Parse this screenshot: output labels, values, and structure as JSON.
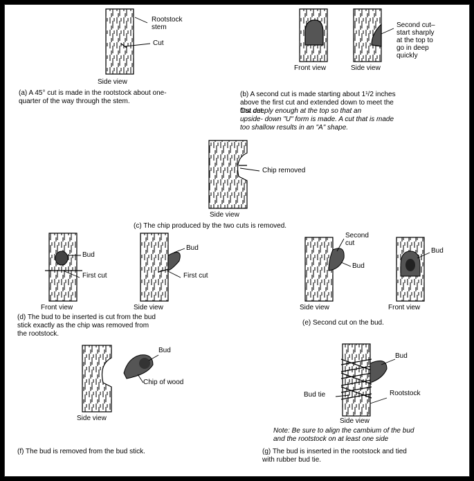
{
  "panel_a": {
    "label_stem": "Rootstock\nstem",
    "label_cut": "Cut",
    "view": "Side view",
    "caption": "(a) A 45° cut is made in the rootstock about one-\n      quarter of the way through the stem."
  },
  "panel_b": {
    "view_front": "Front view",
    "view_side": "Side view",
    "label_second_cut": "Second cut–\nstart sharply\nat the top to\ngo in deep\nquickly",
    "caption_main": "(b) A second cut is made starting about 1¹/2 inches\n      above the first cut and extended down to meet the\n      first cut.",
    "caption_italic": "Cut deeply enough at the top so that an\n      upside- down \"U\" form is made.  A cut that is made\n      too shallow results in an \"A\" shape."
  },
  "panel_c": {
    "label_chip": "Chip removed",
    "view": "Side view",
    "caption": "(c) The chip produced by the two cuts is removed."
  },
  "panel_d": {
    "label_bud_1": "Bud",
    "label_first_cut_1": "First cut",
    "label_bud_2": "Bud",
    "label_first_cut_2": "First cut",
    "view_front": "Front view",
    "view_side": "Side view",
    "caption": "(d) The bud to be inserted is cut from the bud\n      stick exactly as the chip was removed from\n      the rootstock."
  },
  "panel_e": {
    "label_second_cut": "Second\ncut",
    "label_bud_1": "Bud",
    "label_bud_2": "Bud",
    "view_side": "Side view",
    "view_front": "Front view",
    "caption": "(e) Second cut on the bud."
  },
  "panel_f": {
    "label_bud": "Bud",
    "label_chip_wood": "Chip of wood",
    "view": "Side view",
    "caption": "(f) The bud is removed from the bud stick."
  },
  "panel_g": {
    "label_bud": "Bud",
    "label_bud_tie": "Bud tie",
    "label_rootstock": "Rootstock",
    "view": "Side view",
    "note": "Note: Be sure to align the cambium of the bud\nand the rootstock on at least one side",
    "caption": "(g) The bud is inserted in the rootstock and tied\n      with rubber bud tie."
  }
}
